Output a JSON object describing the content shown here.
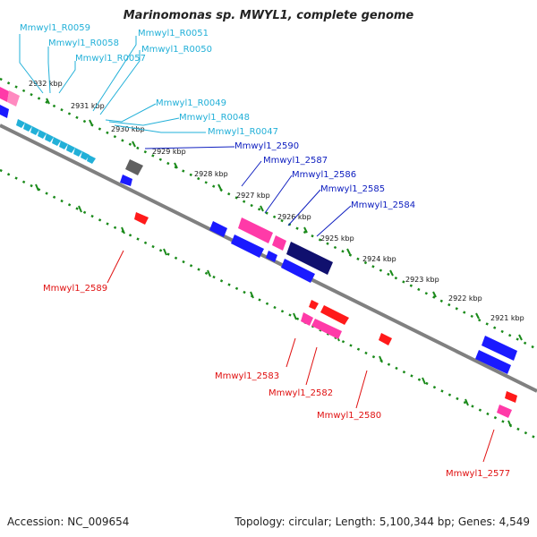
{
  "title": "Marinomonas sp. MWYL1, complete genome",
  "footer": {
    "accession": "Accession: NC_009654",
    "topology": "Topology: circular; Length: 5,100,344 bp; Genes: 4,549"
  },
  "kbp_labels": [
    "2932 kbp",
    "2931 kbp",
    "2930 kbp",
    "2929 kbp",
    "2928 kbp",
    "2927 kbp",
    "2926 kbp",
    "2925 kbp",
    "2924 kbp",
    "2923 kbp",
    "2922 kbp",
    "2921 kbp"
  ],
  "features": {
    "rna_labels": [
      "Mmwyl1_R0059",
      "Mmwyl1_R0058",
      "Mmwyl1_R0057",
      "Mmwyl1_R0051",
      "Mmwyl1_R0050",
      "Mmwyl1_R0049",
      "Mmwyl1_R0048",
      "Mmwyl1_R0047"
    ],
    "upper_gene_labels": [
      "Mmwyl1_2590",
      "Mmwyl1_2587",
      "Mmwyl1_2586",
      "Mmwyl1_2585",
      "Mmwyl1_2584"
    ],
    "lower_gene_labels": [
      "Mmwyl1_2589",
      "Mmwyl1_2583",
      "Mmwyl1_2582",
      "Mmwyl1_2580",
      "Mmwyl1_2577"
    ]
  },
  "colors": {
    "rna": "#22b0d8",
    "forward_gene": "#1a1aff",
    "reverse_gene": "#ff1a1a",
    "pink_gene": "#ff3aa8",
    "navy_gene": "#10106e",
    "backbone": "#808080",
    "ticks": "#1a8a1a"
  }
}
